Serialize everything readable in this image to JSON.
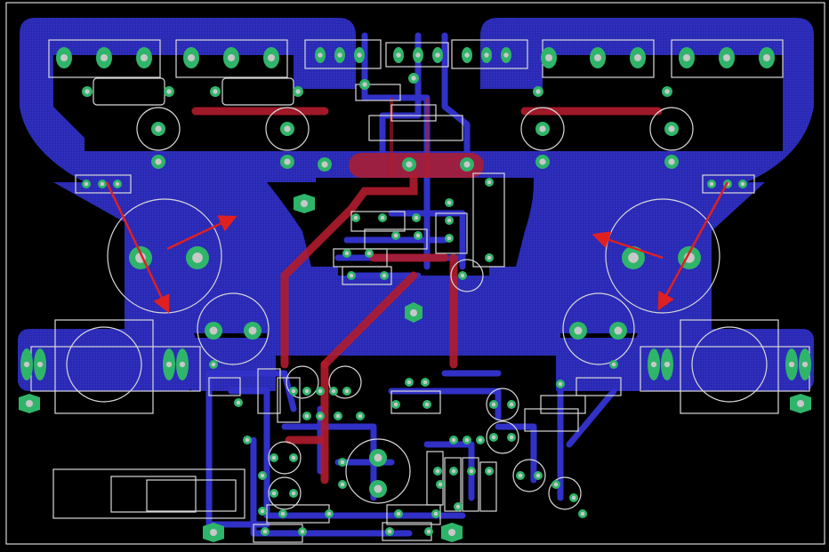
{
  "view": {
    "type": "pcb-layout",
    "layers": [
      "bottom-copper",
      "top-copper",
      "silkscreen",
      "pads"
    ]
  },
  "colors": {
    "background": "#000000",
    "bottom_copper": "#2a2ab4",
    "bottom_copper_trace": "#3131c8",
    "top_copper": "#b01c2c",
    "pad": "#2fb56a",
    "drill": "#c8c8c8",
    "silkscreen": "#d9d9d9",
    "via": "#2fb56a",
    "annotation": "#e02020",
    "board_outline": "#ffffff"
  },
  "annotations": {
    "arrow_count": 4,
    "arrow_style": "red hand-drawn arrows pointing at large capacitors"
  }
}
